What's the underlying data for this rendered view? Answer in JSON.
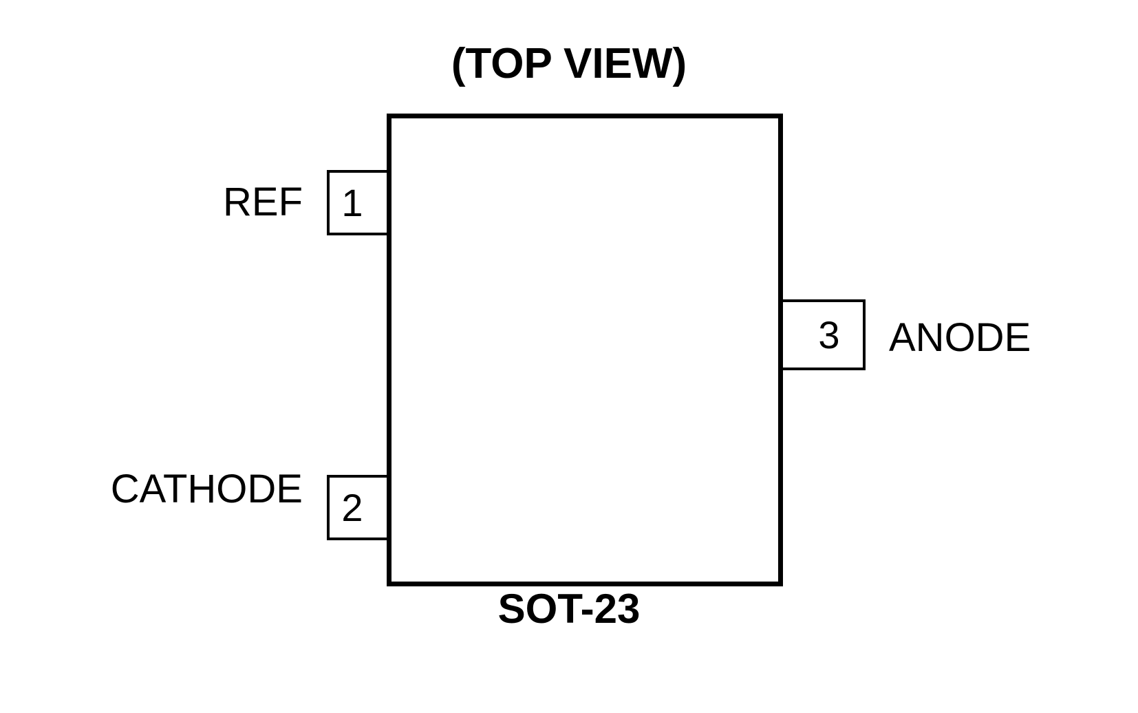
{
  "diagram": {
    "title": "(TOP VIEW)",
    "package_name": "SOT-23",
    "body_shape": "rectangle",
    "pins": [
      {
        "number": "1",
        "name": "REF",
        "side": "left"
      },
      {
        "number": "2",
        "name": "CATHODE",
        "side": "left"
      },
      {
        "number": "3",
        "name": "ANODE",
        "side": "right"
      }
    ],
    "colors": {
      "background": "#ffffff",
      "stroke": "#000000",
      "text": "#000000"
    }
  }
}
